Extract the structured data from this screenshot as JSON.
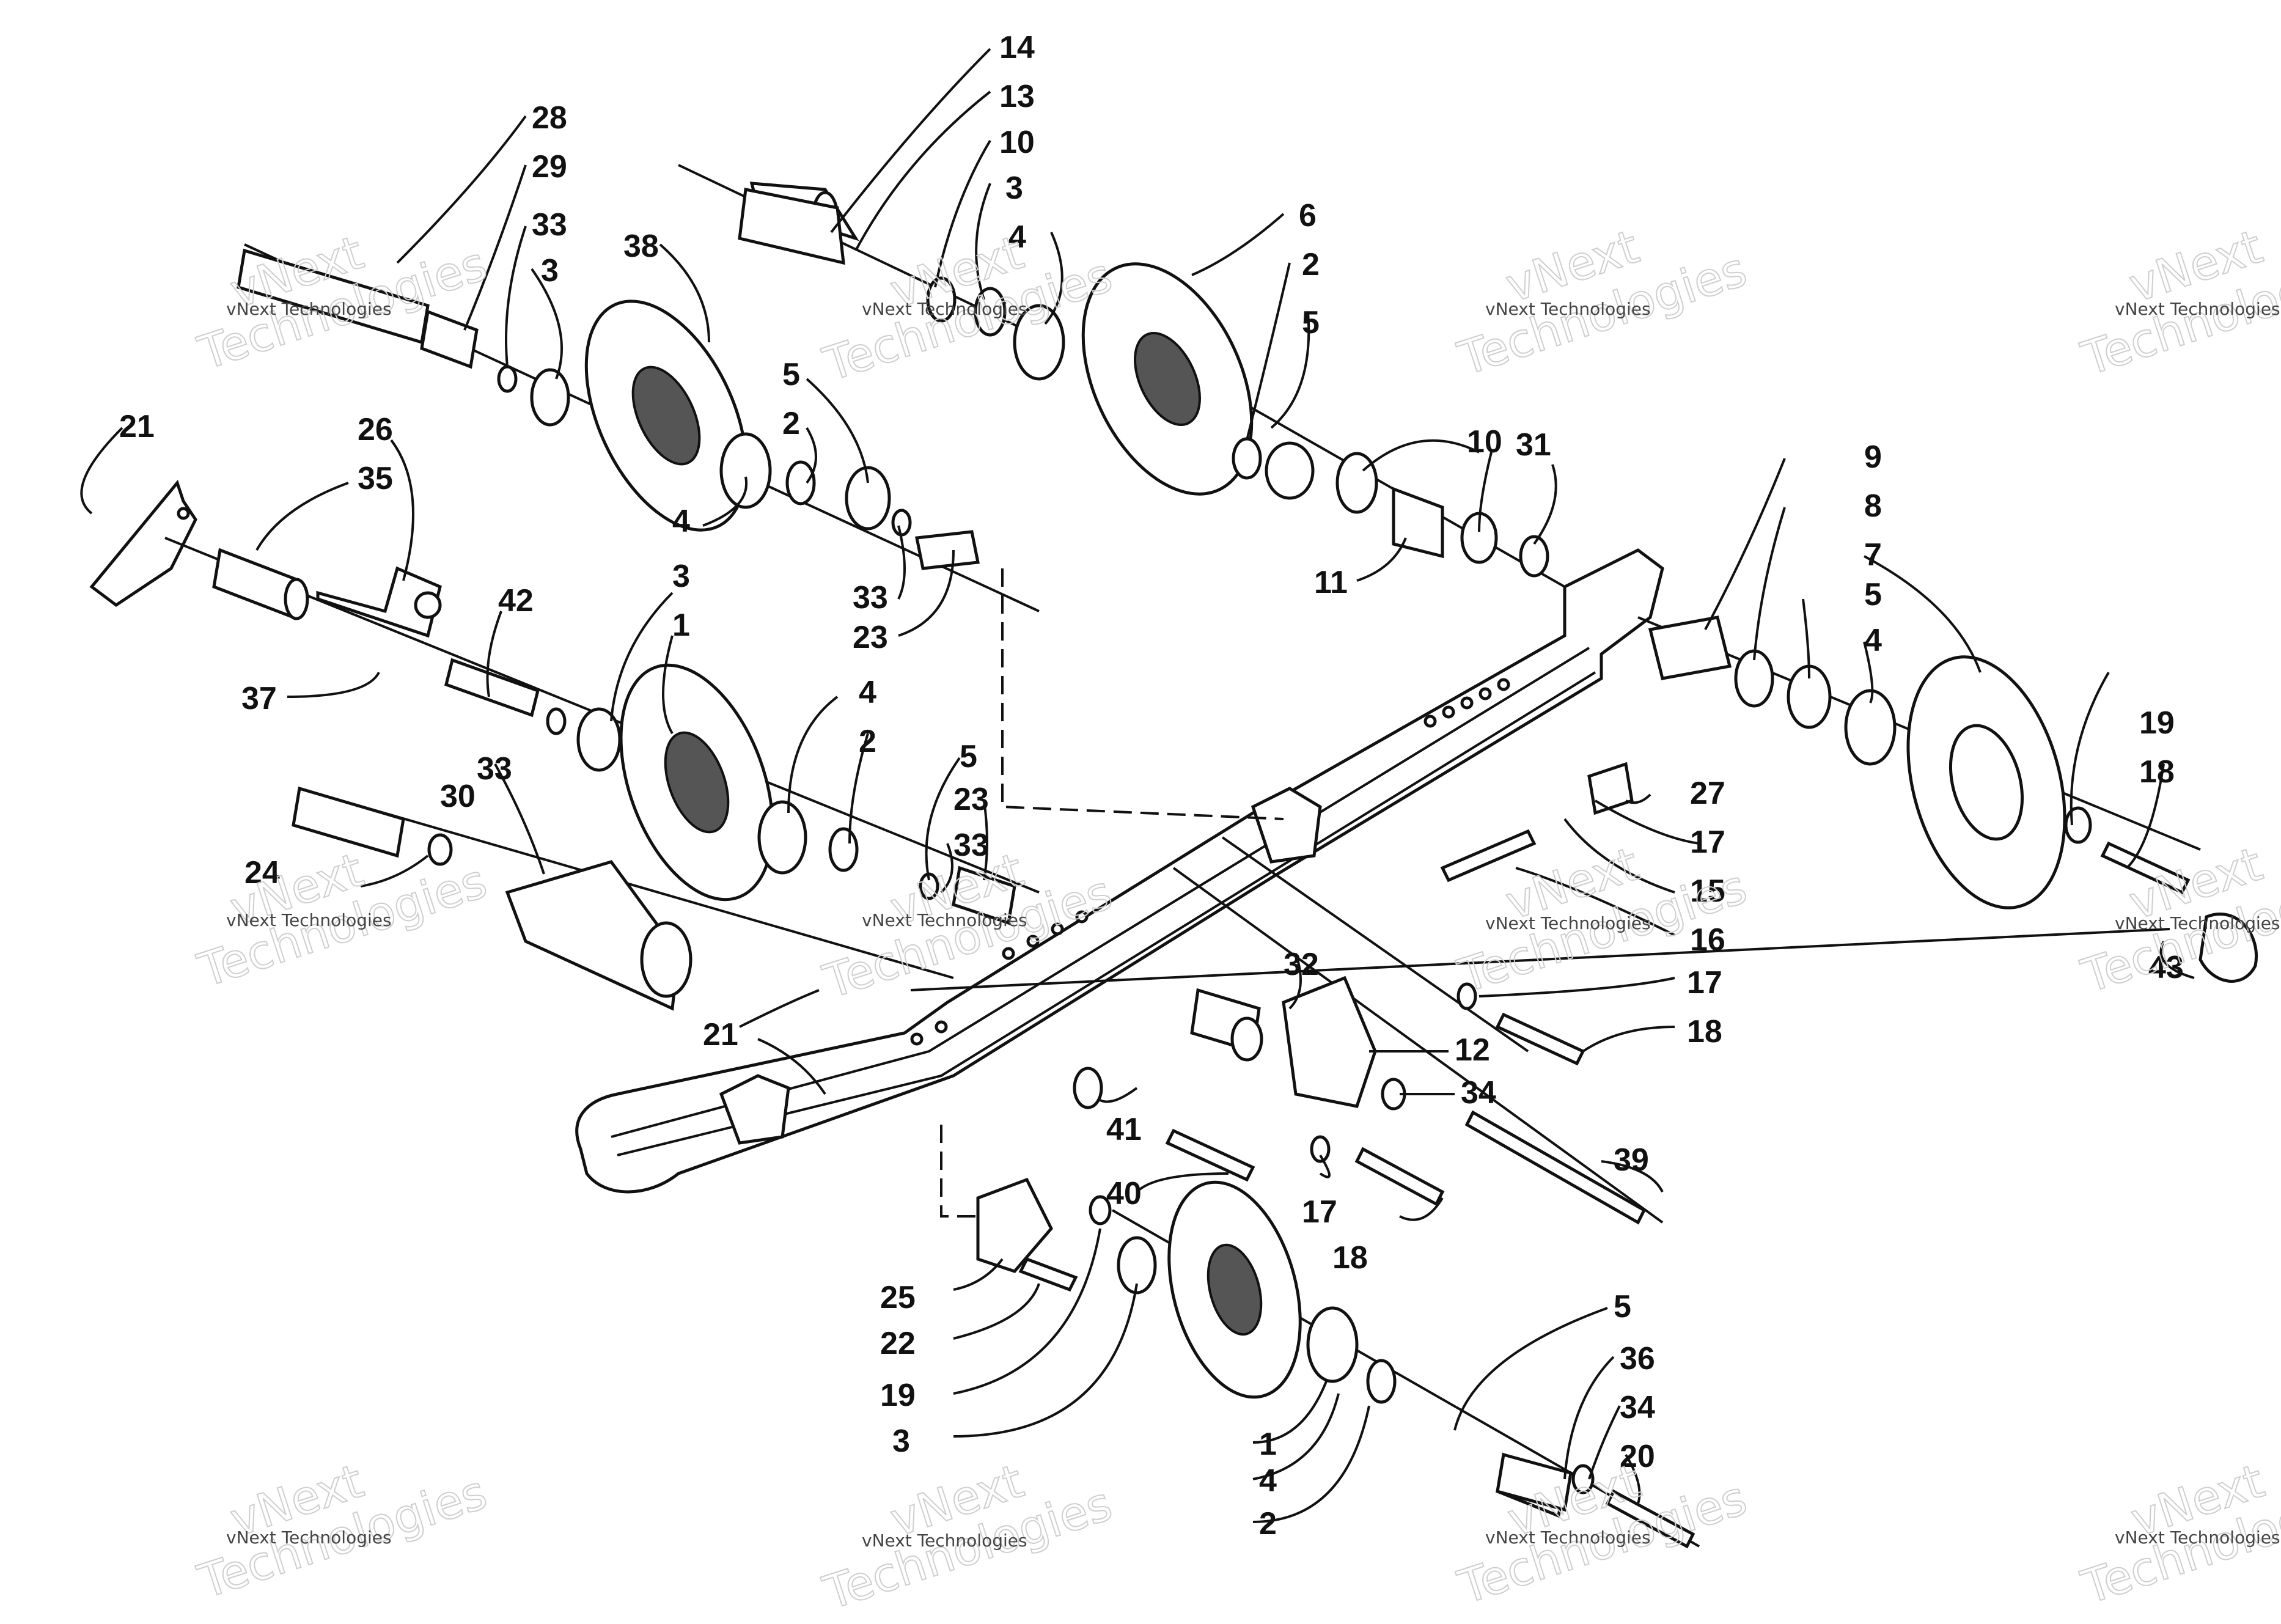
{
  "watermark": {
    "line1": "vNext",
    "line2": "Technologies",
    "small": "vNext Technologies"
  },
  "callouts": [
    "14",
    "13",
    "10",
    "3",
    "4",
    "6",
    "2",
    "5",
    "28",
    "29",
    "33",
    "3",
    "38",
    "21",
    "26",
    "35",
    "5",
    "2",
    "4",
    "33",
    "23",
    "10",
    "31",
    "11",
    "9",
    "8",
    "5",
    "4",
    "7",
    "42",
    "37",
    "3",
    "1",
    "4",
    "2",
    "5",
    "23",
    "33",
    "33",
    "24",
    "30",
    "19",
    "18",
    "27",
    "17",
    "15",
    "16",
    "43",
    "32",
    "12",
    "17",
    "18",
    "21",
    "34",
    "39",
    "41",
    "40",
    "17",
    "18",
    "25",
    "22",
    "19",
    "3",
    "1",
    "4",
    "2",
    "5",
    "36",
    "34",
    "20"
  ]
}
